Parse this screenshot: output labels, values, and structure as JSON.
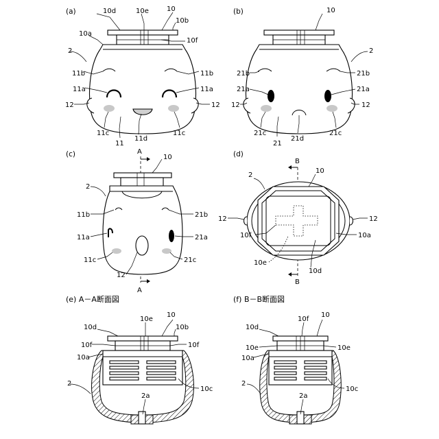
{
  "panels": {
    "a": {
      "label": "(a)",
      "refs": {
        "r10": "10",
        "r10d": "10d",
        "r10e": "10e",
        "r10b": "10b",
        "r10a": "10a",
        "r10f": "10f",
        "r2": "2",
        "r11b_l": "11b",
        "r11b_r": "11b",
        "r11a_l": "11a",
        "r11a_r": "11a",
        "r12_l": "12",
        "r12_r": "12",
        "r11c_l": "11c",
        "r11d": "11d",
        "r11c_r": "11c",
        "r11": "11"
      }
    },
    "b": {
      "label": "(b)",
      "refs": {
        "r10": "10",
        "r2": "2",
        "r21b_l": "21b",
        "r21b_r": "21b",
        "r21a_l": "21a",
        "r21a_r": "21a",
        "r12_l": "12",
        "r12_r": "12",
        "r21c_l": "21c",
        "r21": "21",
        "r21d": "21d",
        "r21c_r": "21c"
      }
    },
    "c": {
      "label": "(c)",
      "refs": {
        "rA_top": "A",
        "r10": "10",
        "r2": "2",
        "r11b": "11b",
        "r21b": "21b",
        "r11a": "11a",
        "r21a": "21a",
        "r11c": "11c",
        "r21c": "21c",
        "r12": "12",
        "rA_bot": "A"
      }
    },
    "d": {
      "label": "(d)",
      "refs": {
        "rB_top": "B",
        "r2": "2",
        "r10": "10",
        "r12_l": "12",
        "r12_r": "12",
        "r10f": "10f",
        "r10a": "10a",
        "r10e": "10e",
        "r10d": "10d",
        "rB_bot": "B"
      }
    },
    "e": {
      "label": "(e) A－A断面図",
      "refs": {
        "r10d": "10d",
        "r10e": "10e",
        "r10": "10",
        "r10b": "10b",
        "r10f_l": "10f",
        "r10f_r": "10f",
        "r10a": "10a",
        "r2": "2",
        "r10c": "10c",
        "r2a": "2a"
      }
    },
    "f": {
      "label": "(f) B－B断面図",
      "refs": {
        "r10d": "10d",
        "r10f": "10f",
        "r10": "10",
        "r10e_l": "10e",
        "r10e_r": "10e",
        "r10a": "10a",
        "r2": "2",
        "r10c": "10c",
        "r2a": "2a"
      }
    }
  }
}
